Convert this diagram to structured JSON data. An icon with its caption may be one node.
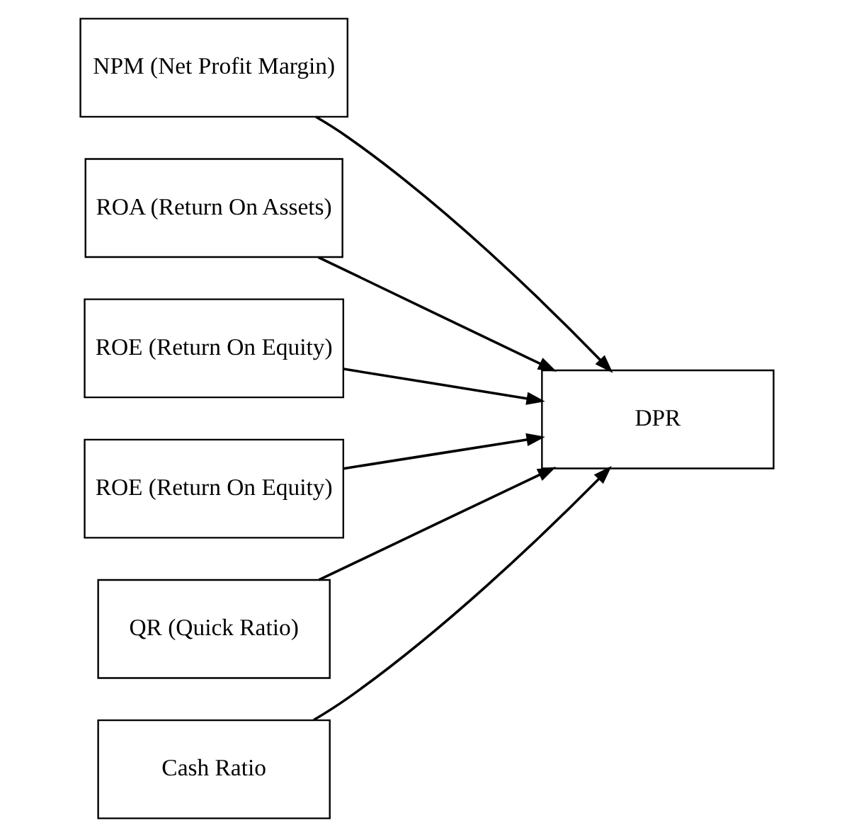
{
  "diagram": {
    "nodes": [
      {
        "text": [
          "NPM (Net Profit Margin)"
        ]
      },
      {
        "text": [
          "ROA (Return On Assets)"
        ]
      },
      {
        "text": [
          "ROE (Return On Equity)"
        ]
      },
      {
        "text": [
          "ROE (Return On Equity)"
        ]
      },
      {
        "text": [
          "QR (Quick Ratio)"
        ]
      },
      {
        "text": [
          "Cash Ratio"
        ]
      },
      {
        "text": [
          "DPR"
        ]
      }
    ],
    "edges": [
      {
        "from": 0,
        "to": 6,
        "arrow": "to"
      },
      {
        "from": 1,
        "to": 6,
        "arrow": "to"
      },
      {
        "from": 2,
        "to": 6,
        "arrow": "to"
      },
      {
        "from": 3,
        "to": 6,
        "arrow": "to"
      },
      {
        "from": 4,
        "to": 6,
        "arrow": "to"
      },
      {
        "from": 5,
        "to": 6,
        "arrow": "to"
      }
    ]
  }
}
